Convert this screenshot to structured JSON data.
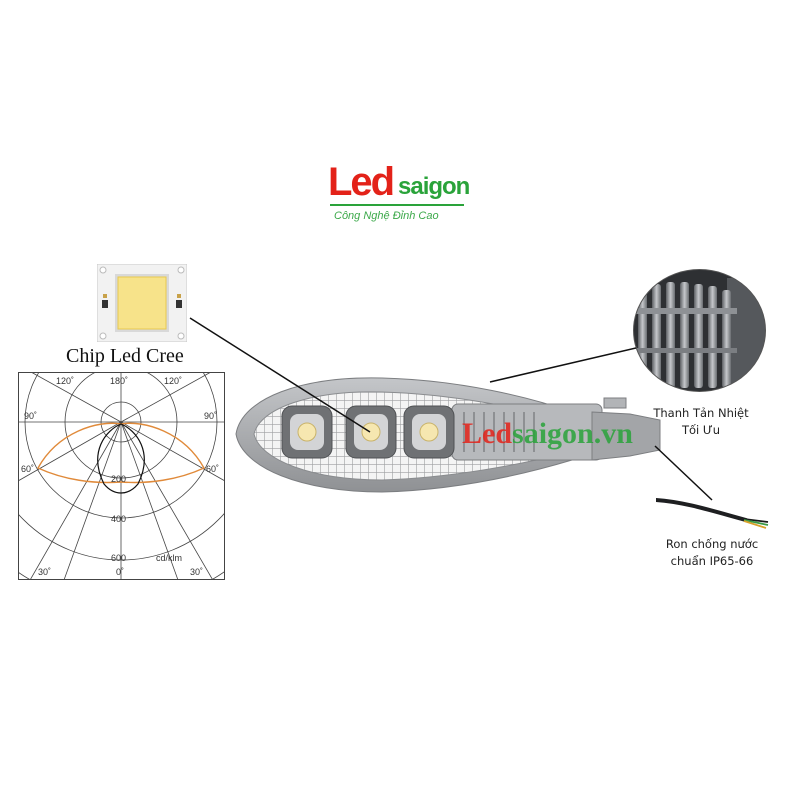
{
  "logo": {
    "led": "Led",
    "saigon": "saigon",
    "tagline": "Công Nghệ Đỉnh Cao"
  },
  "chip": {
    "label": "Chip Led Cree"
  },
  "polar_diagram": {
    "angles_top": [
      "120˚",
      "180˚",
      "120˚"
    ],
    "angles_side": [
      "90˚",
      "90˚"
    ],
    "angles_lower": [
      "60˚",
      "60˚"
    ],
    "angles_bottom": [
      "30˚",
      "0˚",
      "30˚"
    ],
    "radial_ticks": [
      "200",
      "400",
      "600"
    ],
    "unit": "cd/klm"
  },
  "watermark": {
    "led": "Led",
    "rest": "saigon.vn"
  },
  "callouts": {
    "heatsink_line1": "Thanh Tản Nhiệt",
    "heatsink_line2": "Tối Ưu",
    "seal_line1": "Ron chống nước",
    "seal_line2": "chuẩn IP65-66"
  },
  "colors": {
    "brand_red": "#e32219",
    "brand_green": "#2aa33a",
    "lamp_gray": "#a9abae",
    "polar_orange": "#e08a3a"
  }
}
